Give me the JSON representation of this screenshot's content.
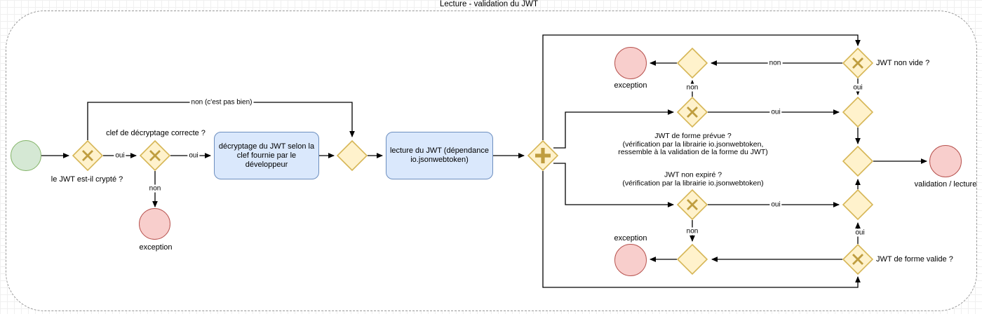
{
  "title": "Lecture - validation du JWT",
  "terms": {
    "oui": "oui",
    "non": "non",
    "non_bad": "non (c'est pas bien)"
  },
  "nodes": {
    "q_crypte": "le JWT est-il crypté ?",
    "q_clef": "clef de décryptage correcte ?",
    "exception": "exception",
    "task_decrypt": "décryptage du JWT selon la\nclef fournie par le développeur",
    "task_lecture": "lecture du JWT (dépendance\nio.jsonwebtoken)",
    "q_nonvide": "JWT non vide ?",
    "note_prevue": "JWT de forme prévue ?\n(vérification par la librairie io.jsonwebtoken,\nressemble à la validation de la forme du JWT)",
    "note_expire": "JWT non expiré ?\n(vérification par la librairie io.jsonwebtoken)",
    "q_valide": "JWT de forme valide ?",
    "end": "validation / lecture"
  },
  "colors": {
    "start_fill": "#d5e8d4",
    "start_stroke": "#82b366",
    "gateway_fill": "#fff2cc",
    "gateway_stroke": "#d6b656",
    "gateway_symbol": "#bf9d3f",
    "task_fill": "#dae8fc",
    "task_stroke": "#6c8ebf",
    "event_red_fill": "#f8cecc",
    "event_red_stroke": "#b85450",
    "edge": "#000000",
    "container_border": "#999999"
  }
}
